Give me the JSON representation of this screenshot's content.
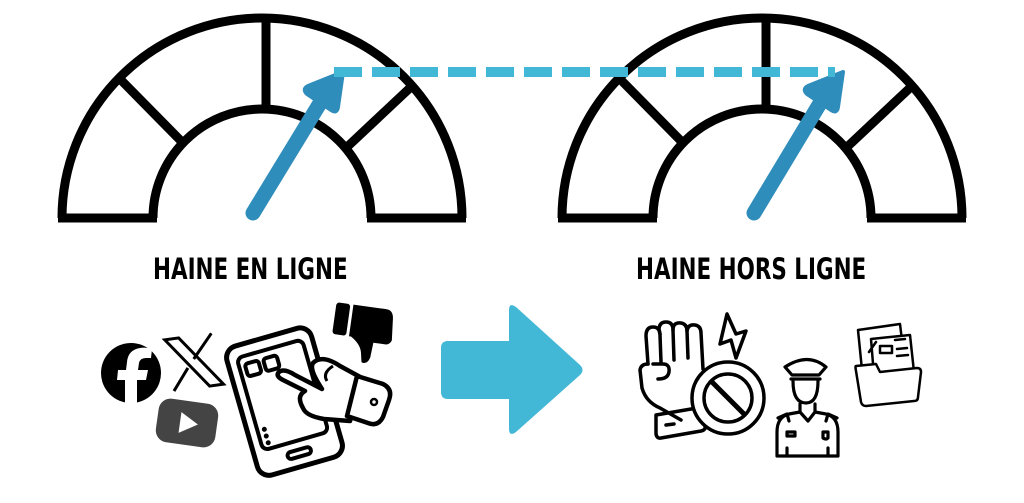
{
  "labels": {
    "online": "HAINE EN LIGNE",
    "offline": "HAINE HORS LIGNE"
  },
  "colors": {
    "gauge_stroke": "#000000",
    "needle": "#2E8DBB",
    "dashed_line": "#42B7D6",
    "transition_arrow": "#42B7D6",
    "youtube_icon": "#444444",
    "background": "#FFFFFF"
  },
  "gauges": [
    {
      "name": "online-hate-gauge",
      "segments": 4,
      "needle_level": "high",
      "needle_angle_deg": 58
    },
    {
      "name": "offline-hate-gauge",
      "segments": 4,
      "needle_level": "high",
      "needle_angle_deg": 58
    }
  ],
  "icons": {
    "online": [
      "facebook-icon",
      "x-twitter-icon",
      "youtube-icon",
      "smartphone-tap-icon",
      "thumbs-down-icon"
    ],
    "offline": [
      "fist-violence-icon",
      "lightning-icon",
      "prohibited-icon",
      "police-officer-icon",
      "case-file-folder-icon"
    ]
  },
  "connector": {
    "type": "dashed-line",
    "meaning": "equal level"
  },
  "transition": {
    "type": "right-arrow"
  }
}
